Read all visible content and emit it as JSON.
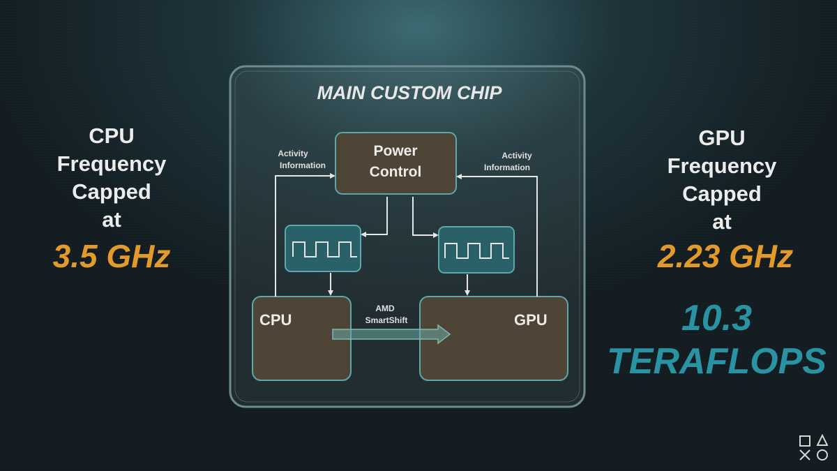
{
  "left": {
    "lines": [
      "CPU",
      "Frequency",
      "Capped",
      "at"
    ],
    "value": "3.5 GHz"
  },
  "right": {
    "lines": [
      "GPU",
      "Frequency",
      "Capped",
      "at"
    ],
    "value": "2.23 GHz",
    "tflops_lines": [
      "10.3",
      "TERAFLOPS"
    ]
  },
  "chip": {
    "title": "MAIN CUSTOM CHIP",
    "power_control": [
      "Power",
      "Control"
    ],
    "activity_left": [
      "Activity",
      "Information"
    ],
    "activity_right": [
      "Activity",
      "Information"
    ],
    "cpu_label": "CPU",
    "gpu_label": "GPU",
    "smartshift": [
      "AMD",
      "SmartShift"
    ]
  },
  "colors": {
    "accent_orange": "#e39a2c",
    "accent_teal": "#2a93a3",
    "block_brown": "#4f4536",
    "block_teal": "#2a6068",
    "border_teal": "#5ea7ab"
  },
  "icons": {
    "brand": "playstation-logo-icon"
  }
}
